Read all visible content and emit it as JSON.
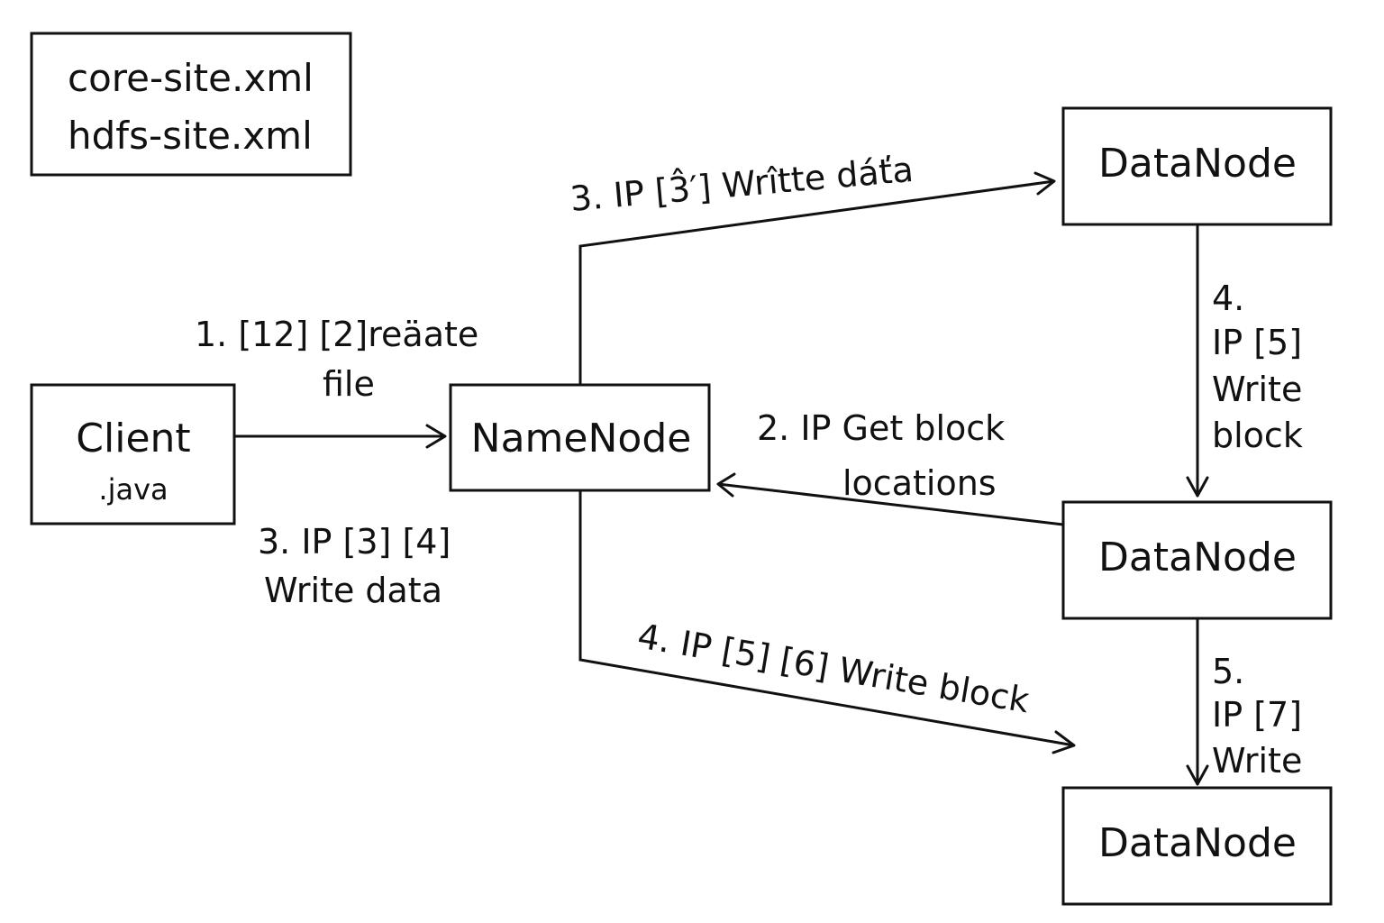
{
  "config_box": {
    "lines": [
      "core-site.xml",
      "hdfs-site.xml"
    ]
  },
  "nodes": {
    "client": {
      "label": "Client",
      "sublabel": ".java"
    },
    "namenode": {
      "label": "NameNode"
    },
    "datanode_top": {
      "label": "DataNode"
    },
    "datanode_middle": {
      "label": "DataNode"
    },
    "datanode_bottom": {
      "label": "DataNode"
    }
  },
  "edges": {
    "client_to_namenode": {
      "lines": [
        "1. [12] [2]reäate",
        "file"
      ]
    },
    "client_write_data": {
      "lines": [
        "3. IP [3] [4]",
        "Write data"
      ]
    },
    "namenode_to_datanode_top": {
      "lines": [
        "3. IP  [3̂′] Wrîtte dáťa"
      ]
    },
    "datanode_middle_to_namenode": {
      "lines": [
        "2. IP Get block",
        "locations"
      ]
    },
    "datanode_top_to_middle": {
      "lines": [
        "4.",
        "IP  [5]",
        "Write",
        "block"
      ]
    },
    "namenode_to_datanode_bottom": {
      "lines": [
        "4. IP  [5] [6] Write block"
      ]
    },
    "datanode_middle_to_bottom": {
      "lines": [
        "5.",
        "IP  [7]",
        "Write"
      ]
    }
  }
}
